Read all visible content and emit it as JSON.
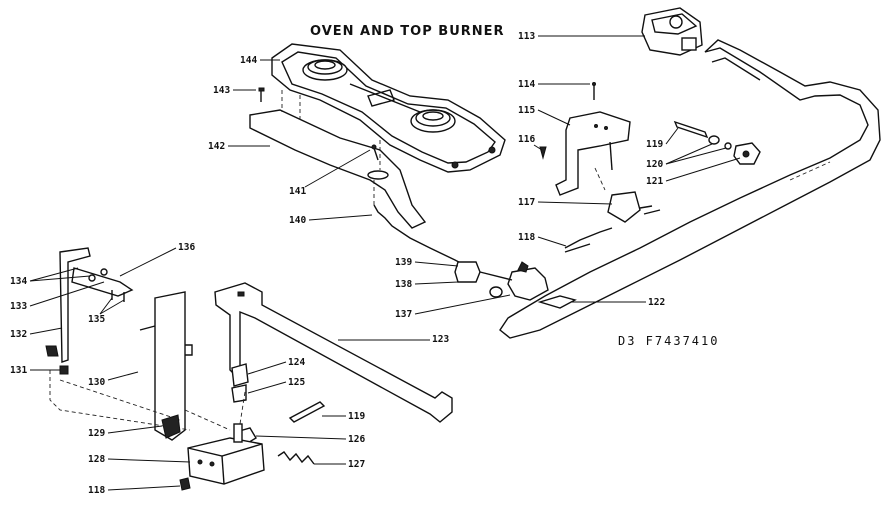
{
  "diagram": {
    "title": "OVEN AND TOP BURNER",
    "drawing_code": "D3 F7437410",
    "callouts": {
      "c113": "113",
      "c114": "114",
      "c115": "115",
      "c116": "116",
      "c117": "117",
      "c118a": "118",
      "c118b": "118",
      "c119a": "119",
      "c119b": "119",
      "c120": "120",
      "c121": "121",
      "c122": "122",
      "c123": "123",
      "c124": "124",
      "c125": "125",
      "c126": "126",
      "c127": "127",
      "c128": "128",
      "c129": "129",
      "c130": "130",
      "c131": "131",
      "c132": "132",
      "c133": "133",
      "c134": "134",
      "c135": "135",
      "c136": "136",
      "c137": "137",
      "c138": "138",
      "c139": "139",
      "c140": "140",
      "c141": "141",
      "c142": "142",
      "c143": "143",
      "c144": "144"
    }
  }
}
